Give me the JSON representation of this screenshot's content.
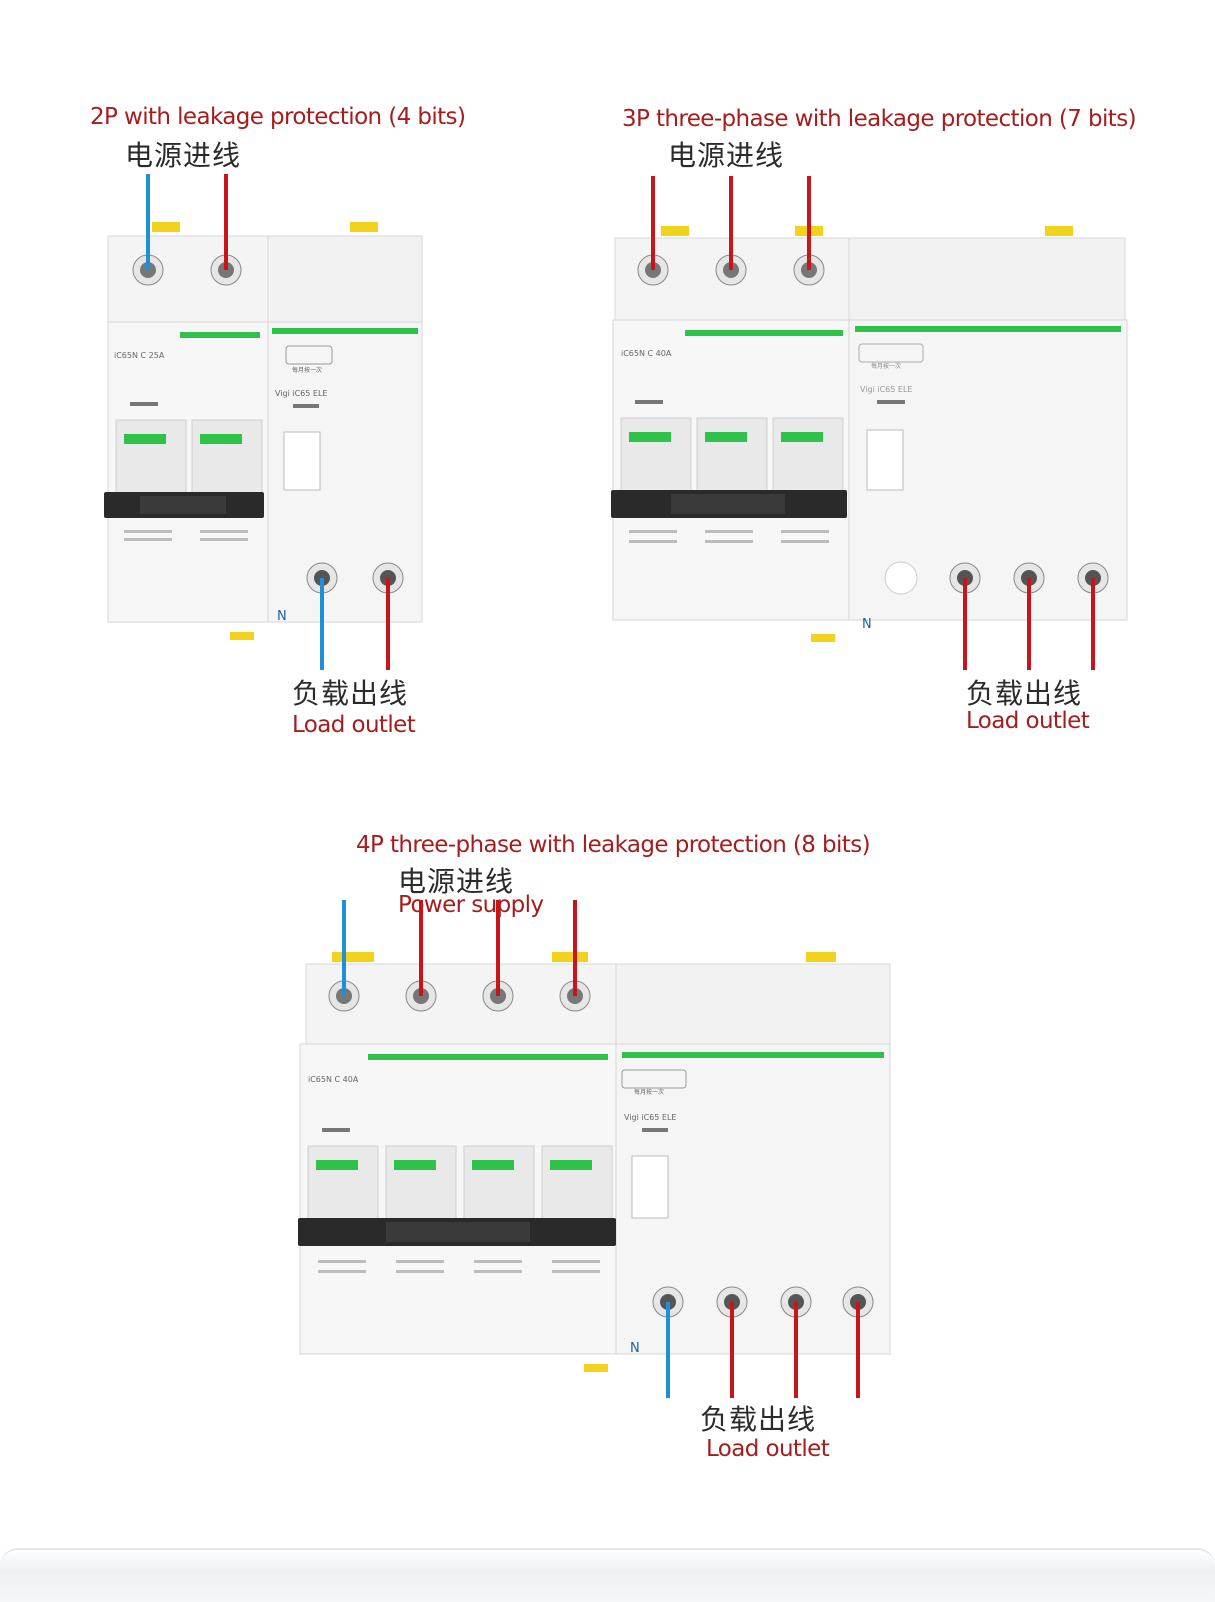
{
  "panels": [
    {
      "id": "2p",
      "title": "2P with leakage protection (4 bits)",
      "supply_cn": "电源进线",
      "load_cn": "负载出线",
      "load_en": "Load outlet",
      "mcb_label": "iC65N  C 25A",
      "rcd_label": "Vigi iC65 ELE",
      "test_cn": "每月按一次",
      "neutral_label": "N",
      "poles": 2,
      "input_wires": [
        "blue",
        "red"
      ],
      "output_wires": [
        "blue",
        "red"
      ]
    },
    {
      "id": "3p",
      "title": "3P three-phase with leakage protection (7 bits)",
      "supply_cn": "电源进线",
      "load_cn": "负载出线",
      "load_en": "Load outlet",
      "mcb_label": "iC65N  C 40A",
      "rcd_label": "Vigi iC65 ELE",
      "test_cn": "每月按一次",
      "neutral_label": "N",
      "poles": 3,
      "input_wires": [
        "red",
        "red",
        "red"
      ],
      "output_wires": [
        "red",
        "red",
        "red"
      ]
    },
    {
      "id": "4p",
      "title": "4P three-phase with leakage protection (8 bits)",
      "supply_cn": "电源进线",
      "supply_en": "Power supply",
      "load_cn": "负载出线",
      "load_en": "Load outlet",
      "mcb_label": "iC65N  C 40A",
      "rcd_label": "Vigi iC65 ELE",
      "test_cn": "每月按一次",
      "neutral_label": "N",
      "poles": 4,
      "input_wires": [
        "blue",
        "red",
        "red",
        "red"
      ],
      "output_wires": [
        "blue",
        "red",
        "red",
        "red"
      ]
    }
  ],
  "colors": {
    "title_red": "#a51d1d",
    "wire_red": "#c8141b",
    "wire_blue": "#1f8fd8",
    "indicator_green": "#2fc24a",
    "handle_black": "#2a2a2a",
    "body_white": "#f4f4f4",
    "clip_yellow": "#f2d21c"
  }
}
